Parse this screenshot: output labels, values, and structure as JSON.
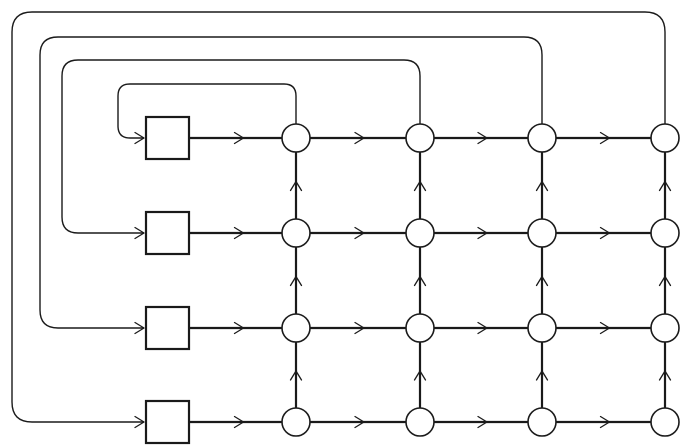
{
  "diagram": {
    "rows": 4,
    "node_columns": 4,
    "blocks_per_row": 1,
    "horizontal_flow": "left-to-right",
    "vertical_flow": "bottom-to-top",
    "feedback_loops": 4,
    "colors": {
      "stroke": "#1a1a1a",
      "background": "#ffffff"
    }
  }
}
